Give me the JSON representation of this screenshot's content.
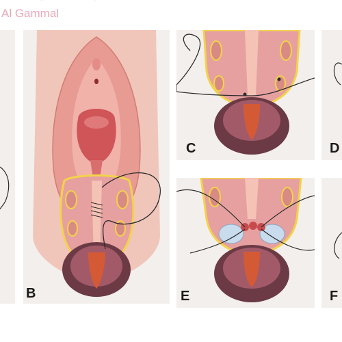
{
  "watermark": {
    "top_text": "D. SEMO",
    "author": "Al Gammal"
  },
  "panels": {
    "b": {
      "label": "B"
    },
    "c": {
      "label": "C"
    },
    "d": {
      "label": "D"
    },
    "e": {
      "label": "E"
    },
    "f": {
      "label": "F"
    }
  },
  "colors": {
    "panel_bg": "#f3efec",
    "skin": "#f2c9bf",
    "mucosa": "#e38a85",
    "deep_red": "#c74b4d",
    "fat_yellow": "#f2d34a",
    "muscle_pink": "#e7a3a0",
    "rectum_purple": "#6b3a45",
    "suture": "#2b2b2b",
    "gauze_blue": "#c8dcee"
  }
}
